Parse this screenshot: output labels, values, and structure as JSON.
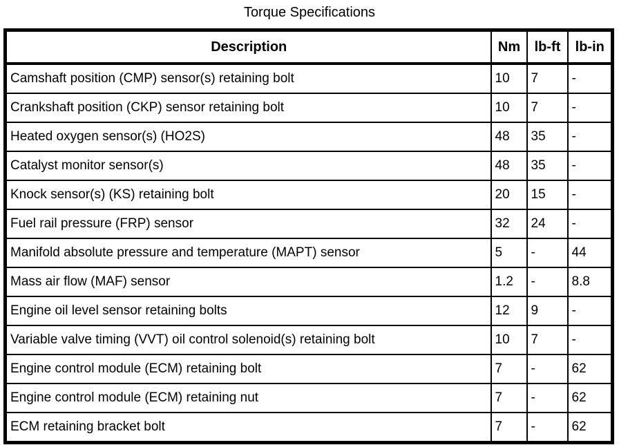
{
  "page": {
    "title": "Torque Specifications"
  },
  "table": {
    "headers": {
      "description": "Description",
      "nm": "Nm",
      "lbft": "lb-ft",
      "lbin": "lb-in"
    },
    "rows": [
      {
        "description": "Camshaft position (CMP) sensor(s) retaining bolt",
        "nm": "10",
        "lbft": "7",
        "lbin": "-"
      },
      {
        "description": "Crankshaft position (CKP) sensor retaining bolt",
        "nm": "10",
        "lbft": "7",
        "lbin": "-"
      },
      {
        "description": "Heated oxygen sensor(s) (HO2S)",
        "nm": "48",
        "lbft": "35",
        "lbin": "-"
      },
      {
        "description": "Catalyst monitor sensor(s)",
        "nm": "48",
        "lbft": "35",
        "lbin": "-"
      },
      {
        "description": "Knock sensor(s) (KS) retaining bolt",
        "nm": "20",
        "lbft": "15",
        "lbin": "-"
      },
      {
        "description": "Fuel rail pressure (FRP) sensor",
        "nm": "32",
        "lbft": "24",
        "lbin": "-"
      },
      {
        "description": "Manifold absolute pressure and temperature (MAPT) sensor",
        "nm": "5",
        "lbft": "-",
        "lbin": "44"
      },
      {
        "description": "Mass air flow (MAF) sensor",
        "nm": "1.2",
        "lbft": "-",
        "lbin": "8.8"
      },
      {
        "description": "Engine oil level sensor retaining bolts",
        "nm": "12",
        "lbft": "9",
        "lbin": "-"
      },
      {
        "description": "Variable valve timing (VVT) oil control solenoid(s) retaining bolt",
        "nm": "10",
        "lbft": "7",
        "lbin": "-"
      },
      {
        "description": "Engine control module (ECM) retaining bolt",
        "nm": "7",
        "lbft": "-",
        "lbin": "62"
      },
      {
        "description": "Engine control module (ECM) retaining nut",
        "nm": "7",
        "lbft": "-",
        "lbin": "62"
      },
      {
        "description": "ECM retaining bracket bolt",
        "nm": "7",
        "lbft": "-",
        "lbin": "62"
      }
    ]
  }
}
